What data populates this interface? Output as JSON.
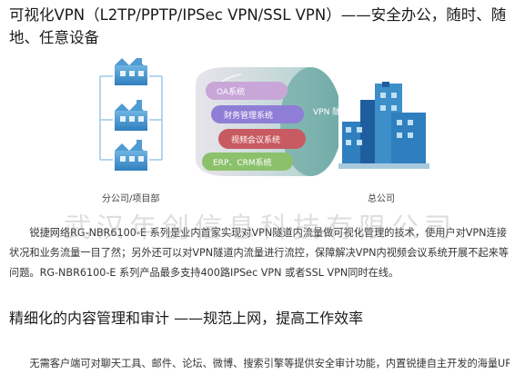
{
  "heading": "可视化VPN（L2TP/PPTP/IPSec VPN/SSL VPN）——安全办公，随时、随地、任意设备",
  "diagram": {
    "systems": [
      "OA系统",
      "财务管理系统",
      "视频会议系统",
      "ERP、CRM系统"
    ],
    "tunnel_label": "VPN 隧道",
    "branch_label": "分公司/项目部",
    "hq_label": "总公司"
  },
  "paragraph": "锐捷网络RG-NBR6100-E 系列是业内首家实现对VPN隧道内流量做可视化管理的技术，使用户对VPN连接状况和业务流量一目了然；另外还可以对VPN隧道内流量进行流控，保障解决VPN内视频会议系统开展不起来等问题。RG-NBR6100-E 系列产品最多支持400路IPSec VPN 或者SSL VPN同时在线。",
  "watermark": "武汉年创信息科技有限公司",
  "section2_heading": "精细化的内容管理和审计 ——规范上网，提高工作效率",
  "section2_paragraph": "无需客户端可对聊天工具、邮件、论坛、微博、搜索引擎等提供安全审计功能，内置锐捷自主开发的海量URL",
  "colors": {
    "oa": "#c8a6d8",
    "finance": "#8f7ed6",
    "video": "#c85a62",
    "erp": "#8cc16c",
    "tunnel": "#7fb7b5",
    "building": "#3d8fc9"
  }
}
